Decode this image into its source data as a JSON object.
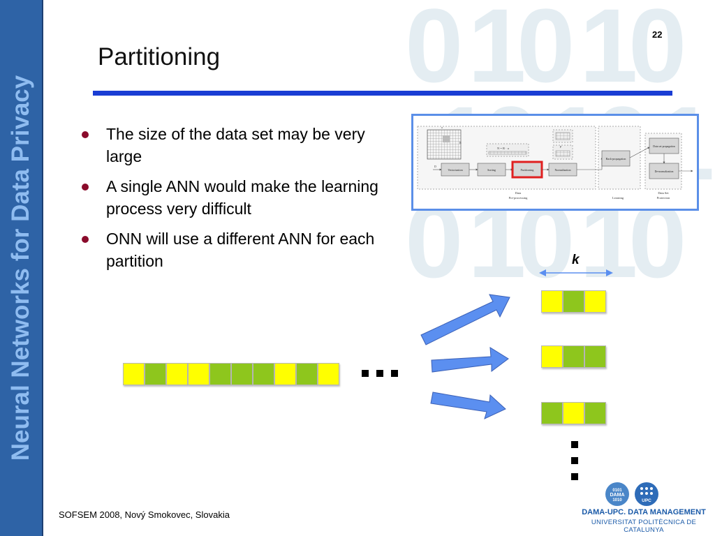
{
  "sidebar": {
    "text": "Neural Networks for Data Privacy"
  },
  "slide": {
    "title": "Partitioning",
    "number": "22",
    "bullets": [
      "The size of the data set may be very large",
      "A single ANN would make the learning process very difficult",
      "ONN will use a different ANN for each partition"
    ]
  },
  "diagram": {
    "boxes": [
      "Vectorization",
      "Sorting",
      "Partitioning",
      "Normalization",
      "Back-propagation",
      "Data set propagation",
      "De-normalization"
    ],
    "captions": [
      "Data",
      "Pre-processing",
      "Learning",
      "Data Set",
      "Protection"
    ],
    "formula": "N = R · a",
    "highlight_color": "#e02020"
  },
  "illustration": {
    "k_label": "k",
    "colors": {
      "yellow": "#ffff00",
      "green": "#8ec61d",
      "arrow": "#5b8ff0"
    },
    "long_sequence": [
      "y",
      "g",
      "y",
      "y",
      "g",
      "g",
      "g",
      "y",
      "g",
      "y"
    ],
    "partitions": [
      [
        "y",
        "g",
        "y"
      ],
      [
        "y",
        "g",
        "g"
      ],
      [
        "g",
        "y",
        "g"
      ]
    ]
  },
  "footer": {
    "text": "SOFSEM 2008, Nový Smokovec, Slovakia"
  },
  "logo": {
    "text1": "DAMA-UPC. DATA MANAGEMENT",
    "text2": "UNIVERSITAT POLITÈCNICA DE CATALUNYA",
    "badge1": "DAMA",
    "badge2": "UPC"
  },
  "watermark": {
    "digits": "0101010"
  }
}
